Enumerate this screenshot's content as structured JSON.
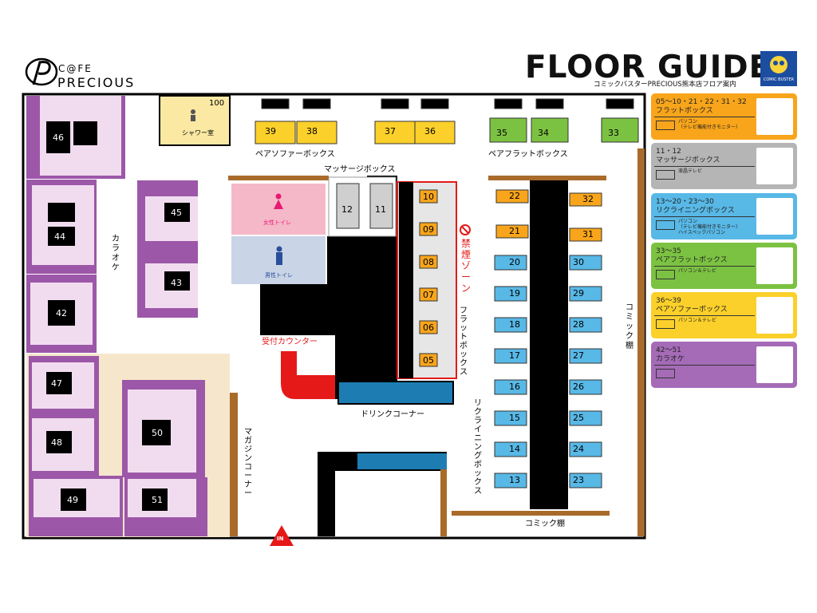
{
  "brand": {
    "line1": "C@FE",
    "line2": "PRECIOUS",
    "logo_icon": "p-logo-icon"
  },
  "header": {
    "title": "FLOOR GUIDE",
    "subtitle": "コミックバスターPRECIOUS熊本店フロア案内",
    "badge": "COMIC BUSTER"
  },
  "map_labels": {
    "shower": "シャワー室",
    "shower_no": "100",
    "pair_sofa": "ペアソファーボックス",
    "pair_flat": "ペアフラットボックス",
    "massage": "マッサージボックス",
    "karaoke": "カラオケ",
    "womens_toilet": "女性トイレ",
    "mens_toilet": "男性トイレ",
    "reception": "受付カウンター",
    "drink": "ドリンクコーナー",
    "no_smoking": "禁煙ゾーン",
    "flat_box": "フラットボックス",
    "reclining": "リクライニングボックス",
    "comic_shelf_right": "コミック棚",
    "comic_shelf_bottom": "コミック棚",
    "magazine": "マガジンコーナー",
    "entrance": "IN"
  },
  "legend": [
    {
      "range": "05〜10・21・22・31・32",
      "name": "フラットボックス",
      "desc": "パソコン\n（テレビ機能付きモニター）",
      "color": "#f8a51b",
      "photo": "flat-seat-photo"
    },
    {
      "range": "11・12",
      "name": "マッサージボックス",
      "desc": "液晶テレビ",
      "color": "#b5b5b5",
      "photo": "massage-chair-photo"
    },
    {
      "range": "13〜20・23〜30",
      "name": "リクライニングボックス",
      "desc": "パソコン\n（テレビ機能付きモニター）\nハイスペックパソコン",
      "color": "#58b8e6",
      "photo": "reclining-chair-photo"
    },
    {
      "range": "33〜35",
      "name": "ペアフラットボックス",
      "desc": "パソコン＆テレビ",
      "color": "#7cc242",
      "photo": "pair-flat-seat-photo"
    },
    {
      "range": "36〜39",
      "name": "ペアソファーボックス",
      "desc": "パソコン＆テレビ",
      "color": "#fbd02a",
      "photo": "pair-sofa-photo"
    },
    {
      "range": "42〜51",
      "name": "カラオケ",
      "desc": "",
      "color": "#a56bb7",
      "photo": "karaoke-mic-photo"
    }
  ],
  "rooms": {
    "karaoke": [
      "46",
      "45",
      "44",
      "43",
      "42",
      "47",
      "48",
      "50",
      "49",
      "51"
    ],
    "pair_sofa": [
      "39",
      "38",
      "37",
      "36"
    ],
    "pair_flat": [
      "35",
      "34",
      "33"
    ],
    "massage": [
      "12",
      "11"
    ],
    "flat_left": [
      "10",
      "09",
      "08",
      "07",
      "06",
      "05"
    ],
    "flat_orange": [
      "22",
      "21",
      "32",
      "31"
    ],
    "reclining_left": [
      "20",
      "19",
      "18",
      "17",
      "16",
      "15",
      "14",
      "13"
    ],
    "reclining_right": [
      "30",
      "29",
      "28",
      "27",
      "26",
      "25",
      "24",
      "23"
    ]
  }
}
